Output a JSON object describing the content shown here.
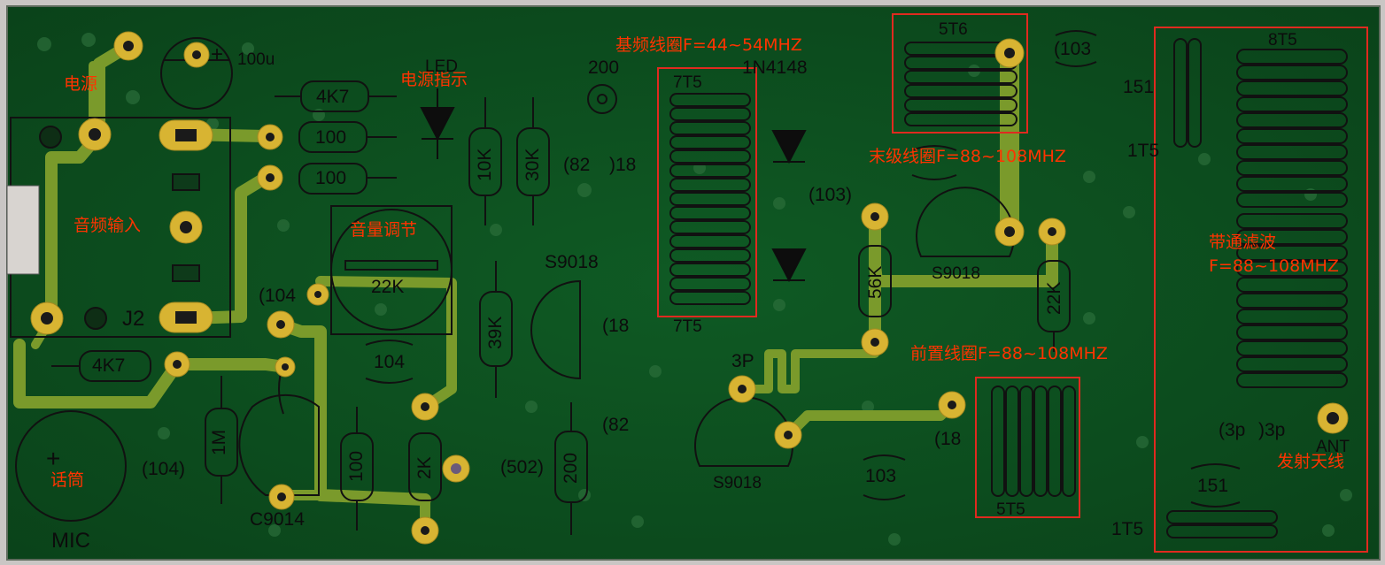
{
  "colors": {
    "board": "#0c4d1f",
    "copper_trace": "#7a9a2b",
    "pad": "#d8b432",
    "silkscreen": "#0c0c0c",
    "annotation": "#ff3300"
  },
  "annotations": {
    "power": "电源",
    "power_indicator": "电源指示",
    "audio_input": "音频输入",
    "volume": "音量调节",
    "base_coil": "基频线圈F=44~54MHZ",
    "final_coil": "末级线圈F=88~108MHZ",
    "pre_coil": "前置线圈F=88~108MHZ",
    "bandpass_line1": "带通滤波",
    "bandpass_line2": "F=88~108MHZ",
    "antenna": "发射天线",
    "mic": "话筒"
  },
  "silkscreen": {
    "cap_100u": "100u",
    "plus": "+",
    "r_4k7_top": "4K7",
    "r_100_a": "100",
    "r_100_b": "100",
    "j2": "J2",
    "r_4k7_bottom": "4K7",
    "r_1m": "1M",
    "cap_104_left": "(104)",
    "mic": "MIC",
    "mic_plus": "+",
    "c9014": "C9014",
    "cap_104_mid": "(104",
    "pot_22k": "22K",
    "cap_104_small": "104",
    "r_100_vert": "100",
    "r_2k": "2K",
    "led": "LED",
    "r_10k": "10K",
    "r_30k": "30K",
    "r_39k": "39K",
    "s9018_left": "S9018",
    "cap_18_left": "(18",
    "cap_82_top": "(82",
    "cap_18_top": ")18",
    "cap_82_bottom": "(82",
    "cap_502": "(502)",
    "r_200_vert": "200",
    "pot_200": "200",
    "coil_7t5_top": "7T5",
    "coil_7t5_bottom": "7T5",
    "diode_1n4148": "1N4148",
    "cap_103_diode": "(103)",
    "cap_3p_mid": "3P",
    "s9018_bottom": "S9018",
    "r_56k": "56K",
    "s9018_right": "S9018",
    "coil_5t6": "5T6",
    "cap_103_top": "(103",
    "r_22k_vert": "22K",
    "cap_18_right": "(18",
    "cap_103_bottom": "103",
    "coil_5t5": "5T5",
    "cap_151_top": "151",
    "coil_1t5_top": "1T5",
    "coil_8t5": "8T5",
    "cap_3p_a": "(3p",
    "cap_3p_b": ")3p",
    "ant": "ANT",
    "cap_151_bottom": "151",
    "coil_1t5_bottom": "1T5"
  }
}
